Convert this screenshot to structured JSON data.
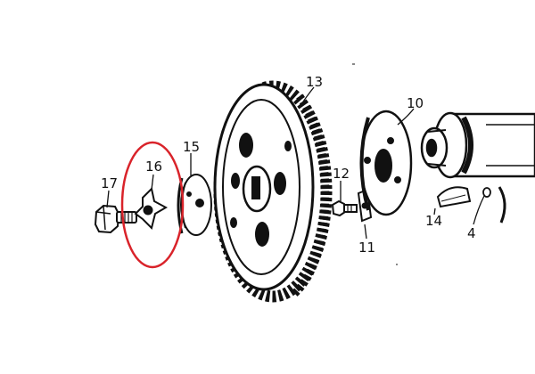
{
  "callouts": {
    "p17": "17",
    "p16": "16",
    "p15": "15",
    "p13": "13",
    "p12": "12",
    "p11": "11",
    "p10": "10",
    "p14": "14",
    "p4": "4"
  },
  "colors": {
    "ink": "#111111",
    "paper": "#ffffff",
    "highlight": "#d9232a"
  },
  "highlighted_part": "16"
}
